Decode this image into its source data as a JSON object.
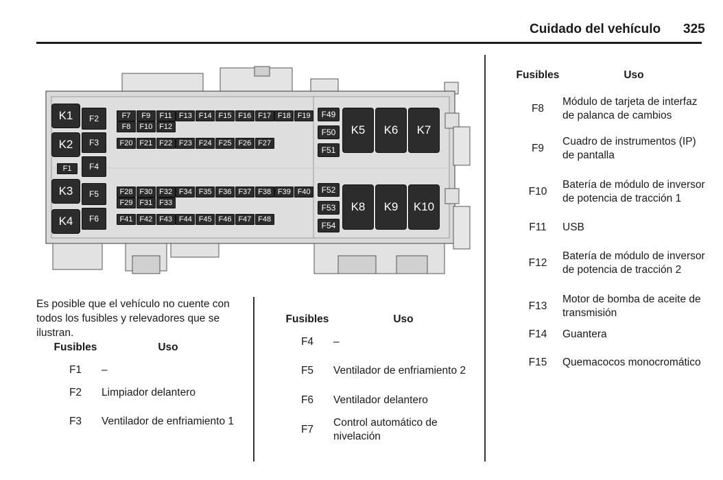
{
  "header": {
    "title": "Cuidado del vehículo",
    "page_number": "325"
  },
  "diagram": {
    "relays": [
      "K1",
      "K2",
      "K3",
      "K4",
      "K5",
      "K6",
      "K7",
      "K8",
      "K9",
      "K10"
    ],
    "fuses": [
      "F1",
      "F2",
      "F3",
      "F4",
      "F5",
      "F6",
      "F7",
      "F8",
      "F9",
      "F10",
      "F11",
      "F12",
      "F13",
      "F14",
      "F15",
      "F16",
      "F17",
      "F18",
      "F19",
      "F20",
      "F21",
      "F22",
      "F23",
      "F24",
      "F25",
      "F26",
      "F27",
      "F28",
      "F29",
      "F30",
      "F31",
      "F32",
      "F33",
      "F34",
      "F35",
      "F36",
      "F37",
      "F38",
      "F39",
      "F40",
      "F41",
      "F42",
      "F43",
      "F44",
      "F45",
      "F46",
      "F47",
      "F48",
      "F49",
      "F50",
      "F51",
      "F52",
      "F53",
      "F54"
    ]
  },
  "intro": "Es posible que el vehículo no cuente con todos los fusibles y relevadores que se ilustran.",
  "table_headers": {
    "fuses": "Fusibles",
    "use": "Uso"
  },
  "table1": [
    {
      "fuse": "F1",
      "use": "–"
    },
    {
      "fuse": "F2",
      "use": "Limpiador delantero"
    },
    {
      "fuse": "F3",
      "use": "Ventilador de enfriamiento 1"
    }
  ],
  "table2": [
    {
      "fuse": "F4",
      "use": "–"
    },
    {
      "fuse": "F5",
      "use": "Ventilador de enfriamiento 2"
    },
    {
      "fuse": "F6",
      "use": "Ventilador delantero"
    },
    {
      "fuse": "F7",
      "use": "Control automático de nivelación"
    }
  ],
  "table3": [
    {
      "fuse": "F8",
      "use": "Módulo de tarjeta de interfaz de palanca de cambios"
    },
    {
      "fuse": "F9",
      "use": "Cuadro de instrumentos (IP) de pantalla"
    },
    {
      "fuse": "F10",
      "use": "Batería de módulo de inversor de potencia de tracción 1"
    },
    {
      "fuse": "F11",
      "use": "USB"
    },
    {
      "fuse": "F12",
      "use": "Batería de módulo de inversor de potencia de tracción 2"
    },
    {
      "fuse": "F13",
      "use": "Motor de bomba de aceite de transmisión"
    },
    {
      "fuse": "F14",
      "use": "Guantera"
    },
    {
      "fuse": "F15",
      "use": "Quemacocos monocromático"
    }
  ]
}
